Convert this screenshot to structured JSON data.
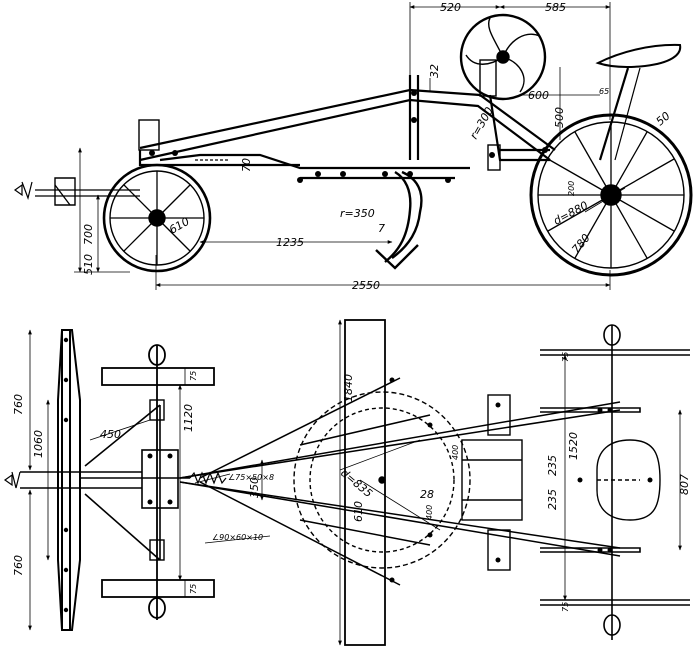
{
  "side_view": {
    "dims": {
      "d520": "520",
      "d585": "585",
      "d32": "32",
      "d600": "600",
      "d65": "65",
      "d500": "500",
      "d50": "50",
      "r300": "r=300",
      "d70": "70",
      "d200": "200",
      "d880": "d=880",
      "d780": "780",
      "r350": "r=350",
      "d7": "7",
      "d700": "700",
      "d510": "510",
      "d610": "610",
      "d1235": "1235",
      "d2550": "2550"
    }
  },
  "plan_view": {
    "dims": {
      "d760a": "760",
      "d1060": "1060",
      "d760b": "760",
      "d450": "450",
      "d1120": "1120",
      "d75a": "75",
      "d75b": "75",
      "d75c": "75",
      "d75d": "75",
      "d1840": "1840",
      "d835": "d=835",
      "d610": "610",
      "d350": "350",
      "d28": "28",
      "d400a": "400",
      "d400b": "400",
      "d1520": "1520",
      "d235a": "235",
      "d235b": "235",
      "d807": "807",
      "profile1": "∠75×50×8",
      "profile2": "∠90×60×10"
    }
  }
}
